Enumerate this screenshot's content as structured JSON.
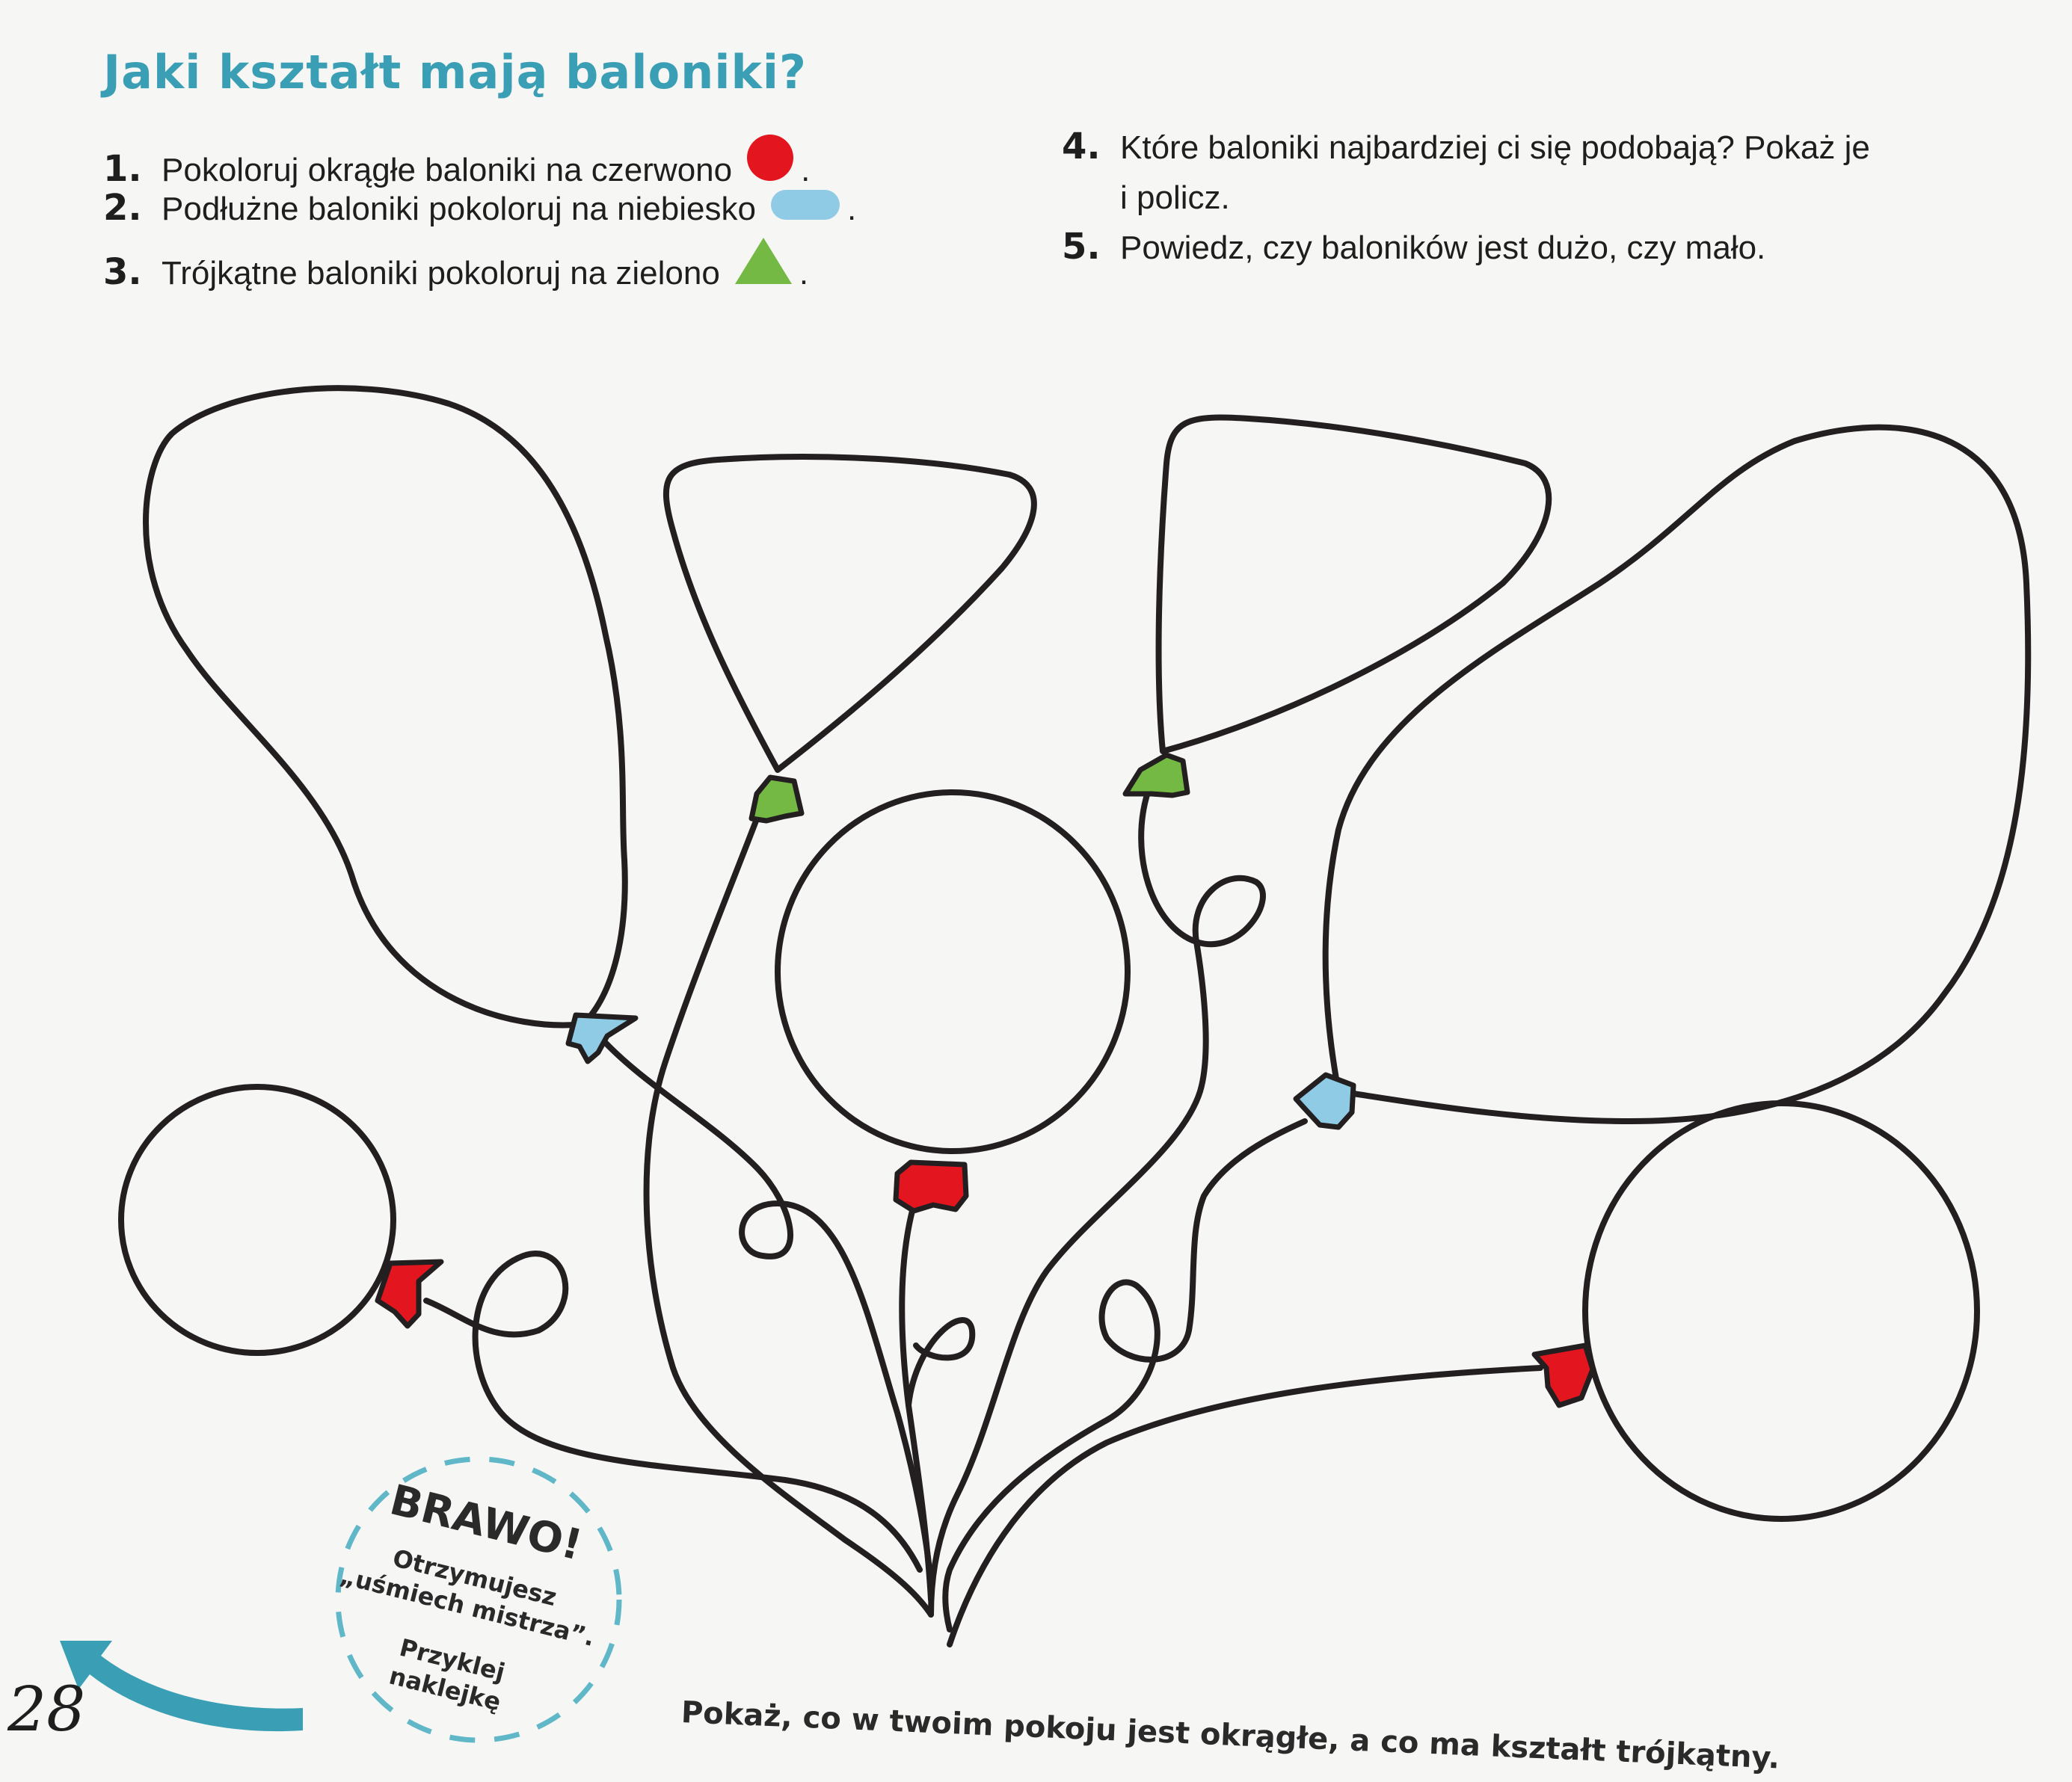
{
  "title": "Jaki kształt mają baloniki?",
  "tasks": [
    {
      "num": "1.",
      "text": "Pokoloruj okrągłe baloniki na czerwono",
      "symbol": "red-circle-icon",
      "end": "."
    },
    {
      "num": "2.",
      "text": "Podłużne baloniki pokoloruj na niebiesko",
      "symbol": "blue-oval-icon",
      "end": "."
    },
    {
      "num": "3.",
      "text": "Trójkątne baloniki pokoloruj na zielono",
      "symbol": "green-triangle-icon",
      "end": "."
    },
    {
      "num": "4.",
      "text": "Które baloniki najbardziej ci się podobają? Pokaż je",
      "text2": "i policz."
    },
    {
      "num": "5.",
      "text": "Powiedz, czy baloników jest dużo, czy mało."
    }
  ],
  "badge": {
    "title": "BRAWO!",
    "line1": "Otrzymujesz",
    "line2": "„uśmiech mistrza”.",
    "line3": "Przyklej",
    "line4": "naklejkę"
  },
  "page_number": "28",
  "footer_task": "Pokaż, co w twoim pokoju jest okrągłe, a co ma kształt trójkątny.",
  "colors": {
    "title": "#3a9fb4",
    "red": "#e3161f",
    "blue": "#8fcbe4",
    "green": "#74b943",
    "outline": "#231f20",
    "badge_dash": "#5fb7c8",
    "arrow": "#3a9fb4"
  }
}
